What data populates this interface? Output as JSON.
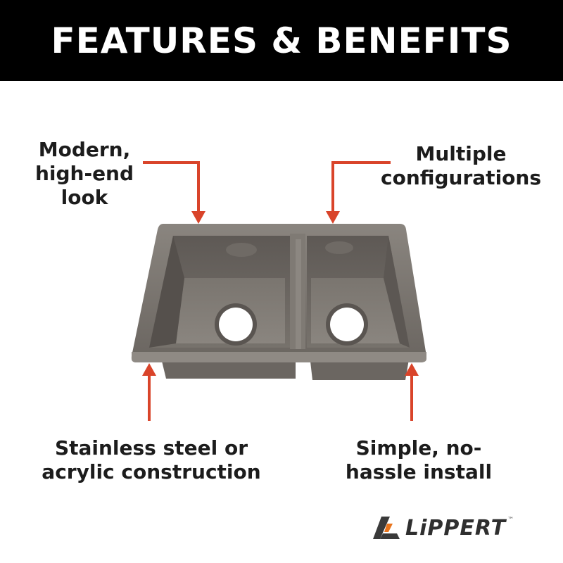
{
  "header": {
    "title": "FEATURES & BENEFITS"
  },
  "callouts": {
    "modern": {
      "lines": [
        "Modern,",
        "high-end",
        "look"
      ]
    },
    "multiple": {
      "lines": [
        "Multiple",
        "configurations"
      ]
    },
    "stainless": {
      "lines": [
        "Stainless steel or",
        "acrylic construction"
      ]
    },
    "simple": {
      "lines": [
        "Simple, no-",
        "hassle install"
      ]
    }
  },
  "brand": {
    "name": "LiPPERT",
    "trademark": "™"
  },
  "colors": {
    "banner": "#000000",
    "arrow": "#d9442a",
    "sink": "#7a7570",
    "brand_orange": "#e8741c"
  },
  "icons": {
    "logo": "lippert-logo-mark"
  }
}
